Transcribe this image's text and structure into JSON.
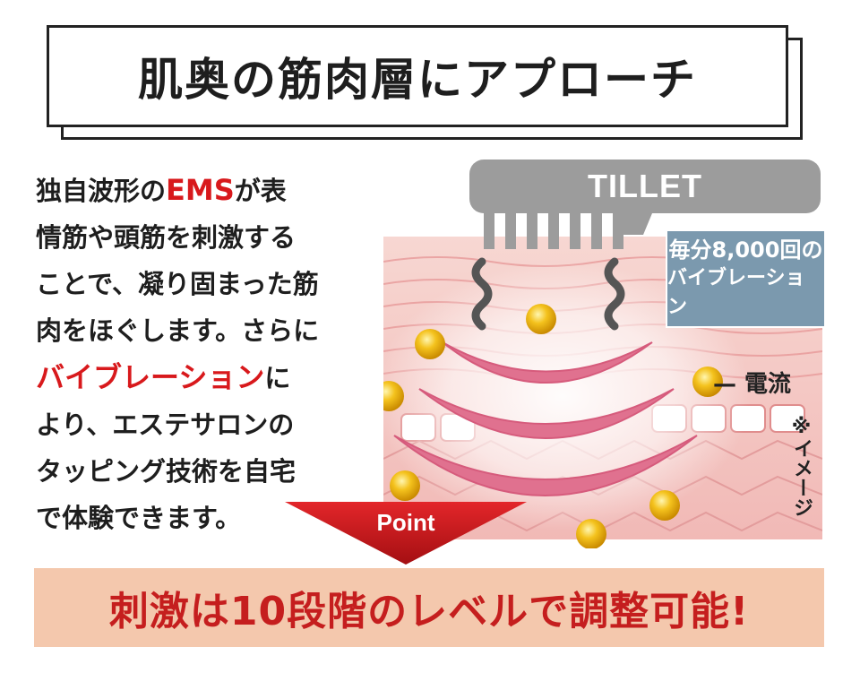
{
  "title": "肌奥の筋肉層にアプローチ",
  "description": {
    "line1_a": "独自波形の",
    "line1_hl": "EMS",
    "line1_b": "が表",
    "line2": "情筋や頭筋を刺激する",
    "line3": "ことで、凝り固まった筋",
    "line4": "肉をほぐします。さらに",
    "line5_hl": "バイブレーション",
    "line5_b": "に",
    "line6": "より、エステサロンの",
    "line7": "タッピング技術を自宅",
    "line8": "で体験できます。"
  },
  "illustration": {
    "device_label": "TILLET",
    "vibration_line1": "毎分8,000回の",
    "vibration_line2": "バイブレーション",
    "current_label": "— 電流",
    "note": "※イメージ"
  },
  "point_label": "Point",
  "banner": "刺激は10段階のレベルで調整可能!",
  "colors": {
    "accent_red": "#d8191c",
    "banner_bg": "#f4c8ad",
    "banner_text": "#c51e1e",
    "device_gray": "#9c9c9c",
    "vibration_box": "#7b99ae",
    "skin_pink": "#f3c4c0",
    "wave_pink": "#e06b8f"
  }
}
